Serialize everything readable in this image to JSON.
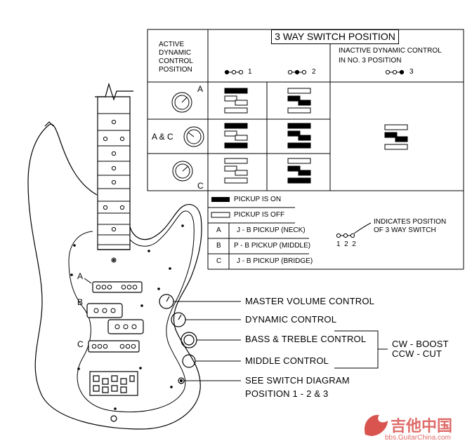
{
  "table": {
    "title": "3 WAY SWITCH POSITION",
    "header_left": [
      "ACTIVE",
      "DYNAMIC",
      "CONTROL",
      "POSITION"
    ],
    "inactive_header": [
      "INACTIVE DYNAMIC CONTROL",
      "IN  NO. 3 POSITION"
    ],
    "positions": [
      "1",
      "2",
      "3"
    ],
    "rows": [
      "A",
      "A & C",
      "C"
    ]
  },
  "legend": {
    "on": "PICKUP IS ON",
    "off": "PICKUP IS OFF",
    "items": [
      {
        "key": "A",
        "text": "J - B PICKUP (NECK)"
      },
      {
        "key": "B",
        "text": "P - B PICKUP (MIDDLE)"
      },
      {
        "key": "C",
        "text": "J - B PICKUP (BRIDGE)"
      }
    ],
    "indicates": [
      "INDICATES POSITION",
      "OF 3 WAY SWITCH"
    ],
    "switch_numbers": "1  2  2"
  },
  "pickup_labels": [
    "A",
    "B",
    "C"
  ],
  "controls": {
    "master": "MASTER VOLUME CONTROL",
    "dynamic": "DYNAMIC CONTROL",
    "bass_treble": "BASS & TREBLE CONTROL",
    "middle": "MIDDLE CONTROL",
    "switch": [
      "SEE SWITCH DIAGRAM",
      "POSITION 1 - 2 & 3"
    ],
    "boost_cut": [
      "CW - BOOST",
      "CCW - CUT"
    ]
  },
  "watermark": {
    "cn": "吉他中国",
    "url": "bbs.GuitarChina.com"
  }
}
